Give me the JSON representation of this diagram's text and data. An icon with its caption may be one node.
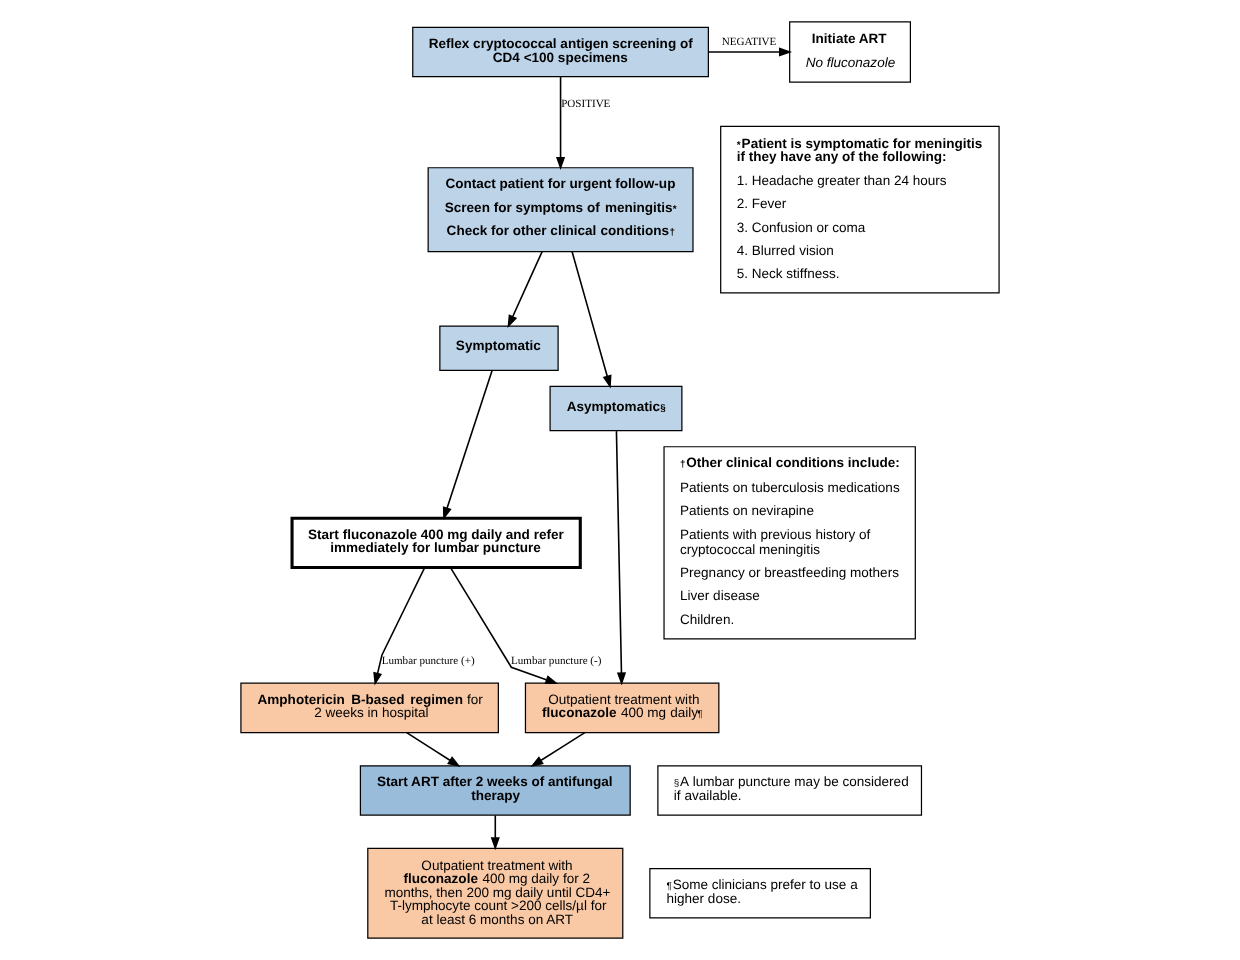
{
  "diagram": {
    "nodes": [
      {
        "text": [
          "Reflex cryptococcal antigen screening of CD4 <100 specimens"
        ]
      },
      {
        "text": [
          "Initiate ART",
          "No fluconazole"
        ]
      },
      {
        "text": [
          "Contact patient for urgent follow-up",
          "Screen for symptoms of meningitis$^{*}$",
          "Check for other clinical conditions$^{†}$"
        ]
      },
      {
        "text": [
          "Symptomatic"
        ]
      },
      {
        "text": [
          "Asymptomatic$^{§}$"
        ]
      },
      {
        "text": [
          "Start fluconazole 400 mg daily and refer immediately for lumbar puncture"
        ]
      },
      {
        "text": [
          "**Amphotericin B-based regimen** for 2 weeks in hospital"
        ]
      },
      {
        "text": [
          "Outpatient treatment with **fluconazole** 400 mg daily$^{¶}$"
        ]
      },
      {
        "text": [
          "Start ART after 2 weeks of antifungal therapy"
        ]
      },
      {
        "text": [
          "Outpatient treatment with **fluconazole** 400 mg daily for 2 months, then 200 mg daily until CD4+ T-lymphocyte count >200 cells/µl for at least 6 months on ART"
        ]
      },
      {
        "text": [
          "$^{*}$Patient is symptomatic for meningitis if they have any of the following:",
          "1. Headache greater than 24 hours",
          "2. Fever",
          "3. Confusion or coma",
          "4. Blurred vision",
          "5. Neck stiffness."
        ]
      },
      {
        "text": [
          "$^{†}$Other clinical conditions include:",
          "Patients on tuberculosis medications",
          "Patients on nevirapine",
          "Patients with previous history of cryptococcal meningitis",
          "Pregnancy or breastfeeding mothers",
          "Liver disease",
          "Children."
        ]
      },
      {
        "text": [
          "$^{§}$A lumbar puncture may be considered if available."
        ]
      },
      {
        "text": [
          "$^{¶}$Some clinicians prefer to use a higher dose."
        ]
      }
    ],
    "edges": [
      {
        "from": 0,
        "to": 1,
        "arrow": "to",
        "label": "NEGATIVE"
      },
      {
        "from": 0,
        "to": 2,
        "arrow": "to",
        "label": "POSITIVE"
      },
      {
        "from": 2,
        "to": 3,
        "arrow": "to"
      },
      {
        "from": 2,
        "to": 4,
        "arrow": "to"
      },
      {
        "from": 3,
        "to": 5,
        "arrow": "to"
      },
      {
        "from": 5,
        "to": 6,
        "arrow": "to",
        "label": "Lumbar puncture (+)"
      },
      {
        "from": 5,
        "to": 7,
        "arrow": "to",
        "label": "Lumbar puncture (-)"
      },
      {
        "from": 4,
        "to": 7,
        "arrow": "to"
      },
      {
        "from": 6,
        "to": 8,
        "arrow": "to"
      },
      {
        "from": 7,
        "to": 8,
        "arrow": "to"
      },
      {
        "from": 8,
        "to": 9,
        "arrow": "to"
      }
    ]
  }
}
